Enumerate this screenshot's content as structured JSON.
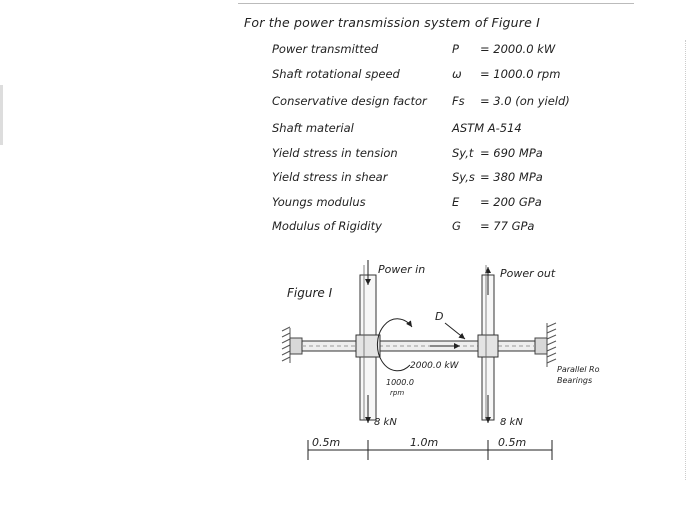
{
  "heading": "For the power transmission system of Figure I",
  "rows": [
    {
      "label": "Power transmitted",
      "symbol": "P",
      "value": "= 2000.0  kW"
    },
    {
      "label": "Shaft rotational speed",
      "symbol": "ω",
      "value": "= 1000.0  rpm"
    },
    {
      "label": "Conservative design factor",
      "symbol": "Fs",
      "value": "= 3.0 (on yield)"
    },
    {
      "label": "Shaft material",
      "material": "ASTM A-514"
    },
    {
      "label": "Yield stress in tension",
      "symbol": "Sy,t",
      "value": "= 690 MPa"
    },
    {
      "label": "Yield stress in shear",
      "symbol": "Sy,s",
      "value": "= 380 MPa"
    },
    {
      "label": "Youngs modulus",
      "symbol": "E",
      "value": "= 200 GPa"
    },
    {
      "label": "Modulus of Rigidity",
      "symbol": "G",
      "value": "= 77 GPa"
    }
  ],
  "figure": {
    "caption": "Figure I",
    "power_in": "Power in",
    "power_out": "Power out",
    "point_d": "D",
    "torque_label": "2000.0 kW",
    "speed_value": "1000.0",
    "speed_unit": "rpm",
    "force_left": "8 kN",
    "force_right": "8 kN",
    "bearing_line1": "Parallel Roller",
    "bearing_line2": "Bearings",
    "dim_left": "0.5m",
    "dim_mid": "1.0m",
    "dim_right": "0.5m"
  }
}
